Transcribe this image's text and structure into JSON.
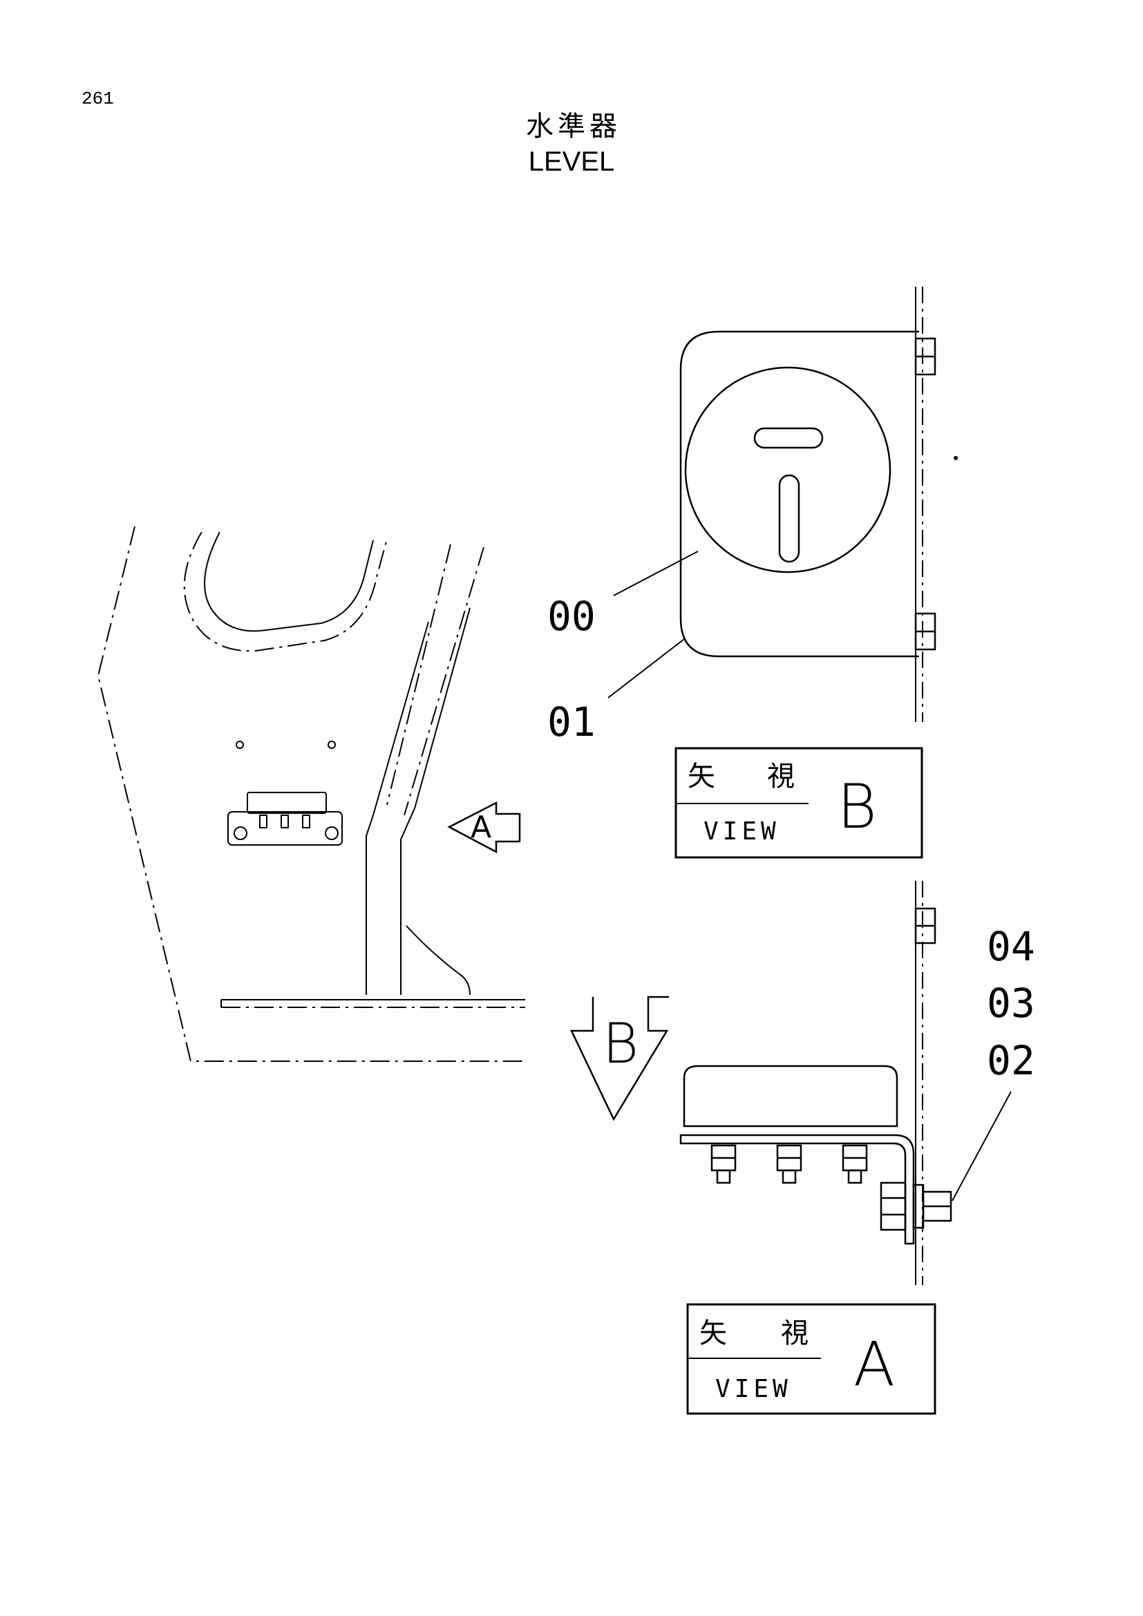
{
  "page": {
    "number": "261"
  },
  "title": {
    "japanese": "水準器",
    "english": "LEVEL"
  },
  "callouts": {
    "c00": "00",
    "c01": "01",
    "c02": "02",
    "c03": "03",
    "c04": "04"
  },
  "arrows": {
    "view_a_letter": "A",
    "view_b_letter": "B"
  },
  "view_b": {
    "jp_left": "矢",
    "jp_right": "視",
    "en": "VIEW",
    "letter": "B"
  },
  "view_a": {
    "jp_left": "矢",
    "jp_right": "視",
    "en": "VIEW",
    "letter": "A"
  }
}
